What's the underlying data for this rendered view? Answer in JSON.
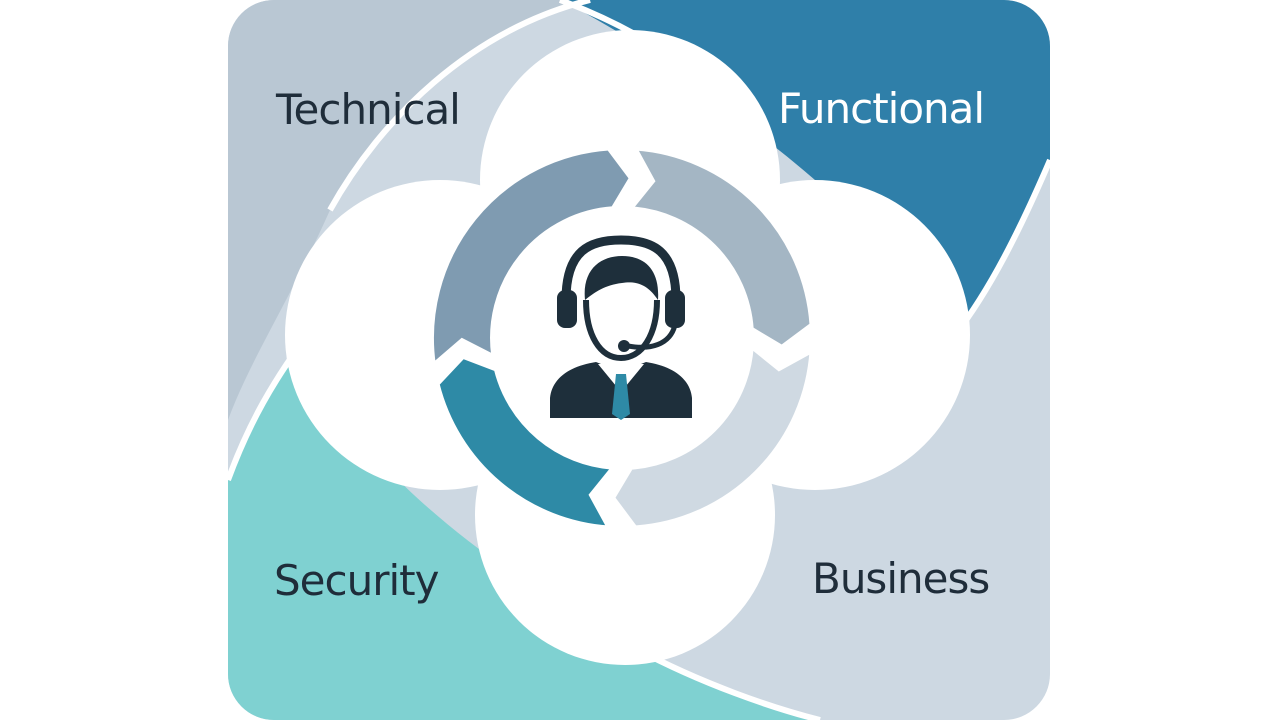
{
  "quadrants": [
    {
      "id": "technical",
      "label": "Technical",
      "label_color": "#1f2d3a",
      "fill": "#b9c7d3"
    },
    {
      "id": "functional",
      "label": "Functional",
      "label_color": "#ffffff",
      "fill": "#2f7fa9"
    },
    {
      "id": "security",
      "label": "Security",
      "label_color": "#1f2d3a",
      "fill": "#7fd1d1"
    },
    {
      "id": "business",
      "label": "Business",
      "label_color": "#1f2d3a",
      "fill": "#cdd8e2"
    }
  ],
  "cycle_arrows": [
    {
      "id": "top-left",
      "fill": "#7f9bb1"
    },
    {
      "id": "top-right",
      "fill": "#a4b6c4"
    },
    {
      "id": "bottom-right",
      "fill": "#cfd9e2"
    },
    {
      "id": "bottom-left",
      "fill": "#2e8aa6"
    }
  ],
  "center_icon": {
    "name": "customer-support-agent-icon",
    "body_color": "#1e2f3b",
    "tie_color": "#2e8aa6"
  }
}
